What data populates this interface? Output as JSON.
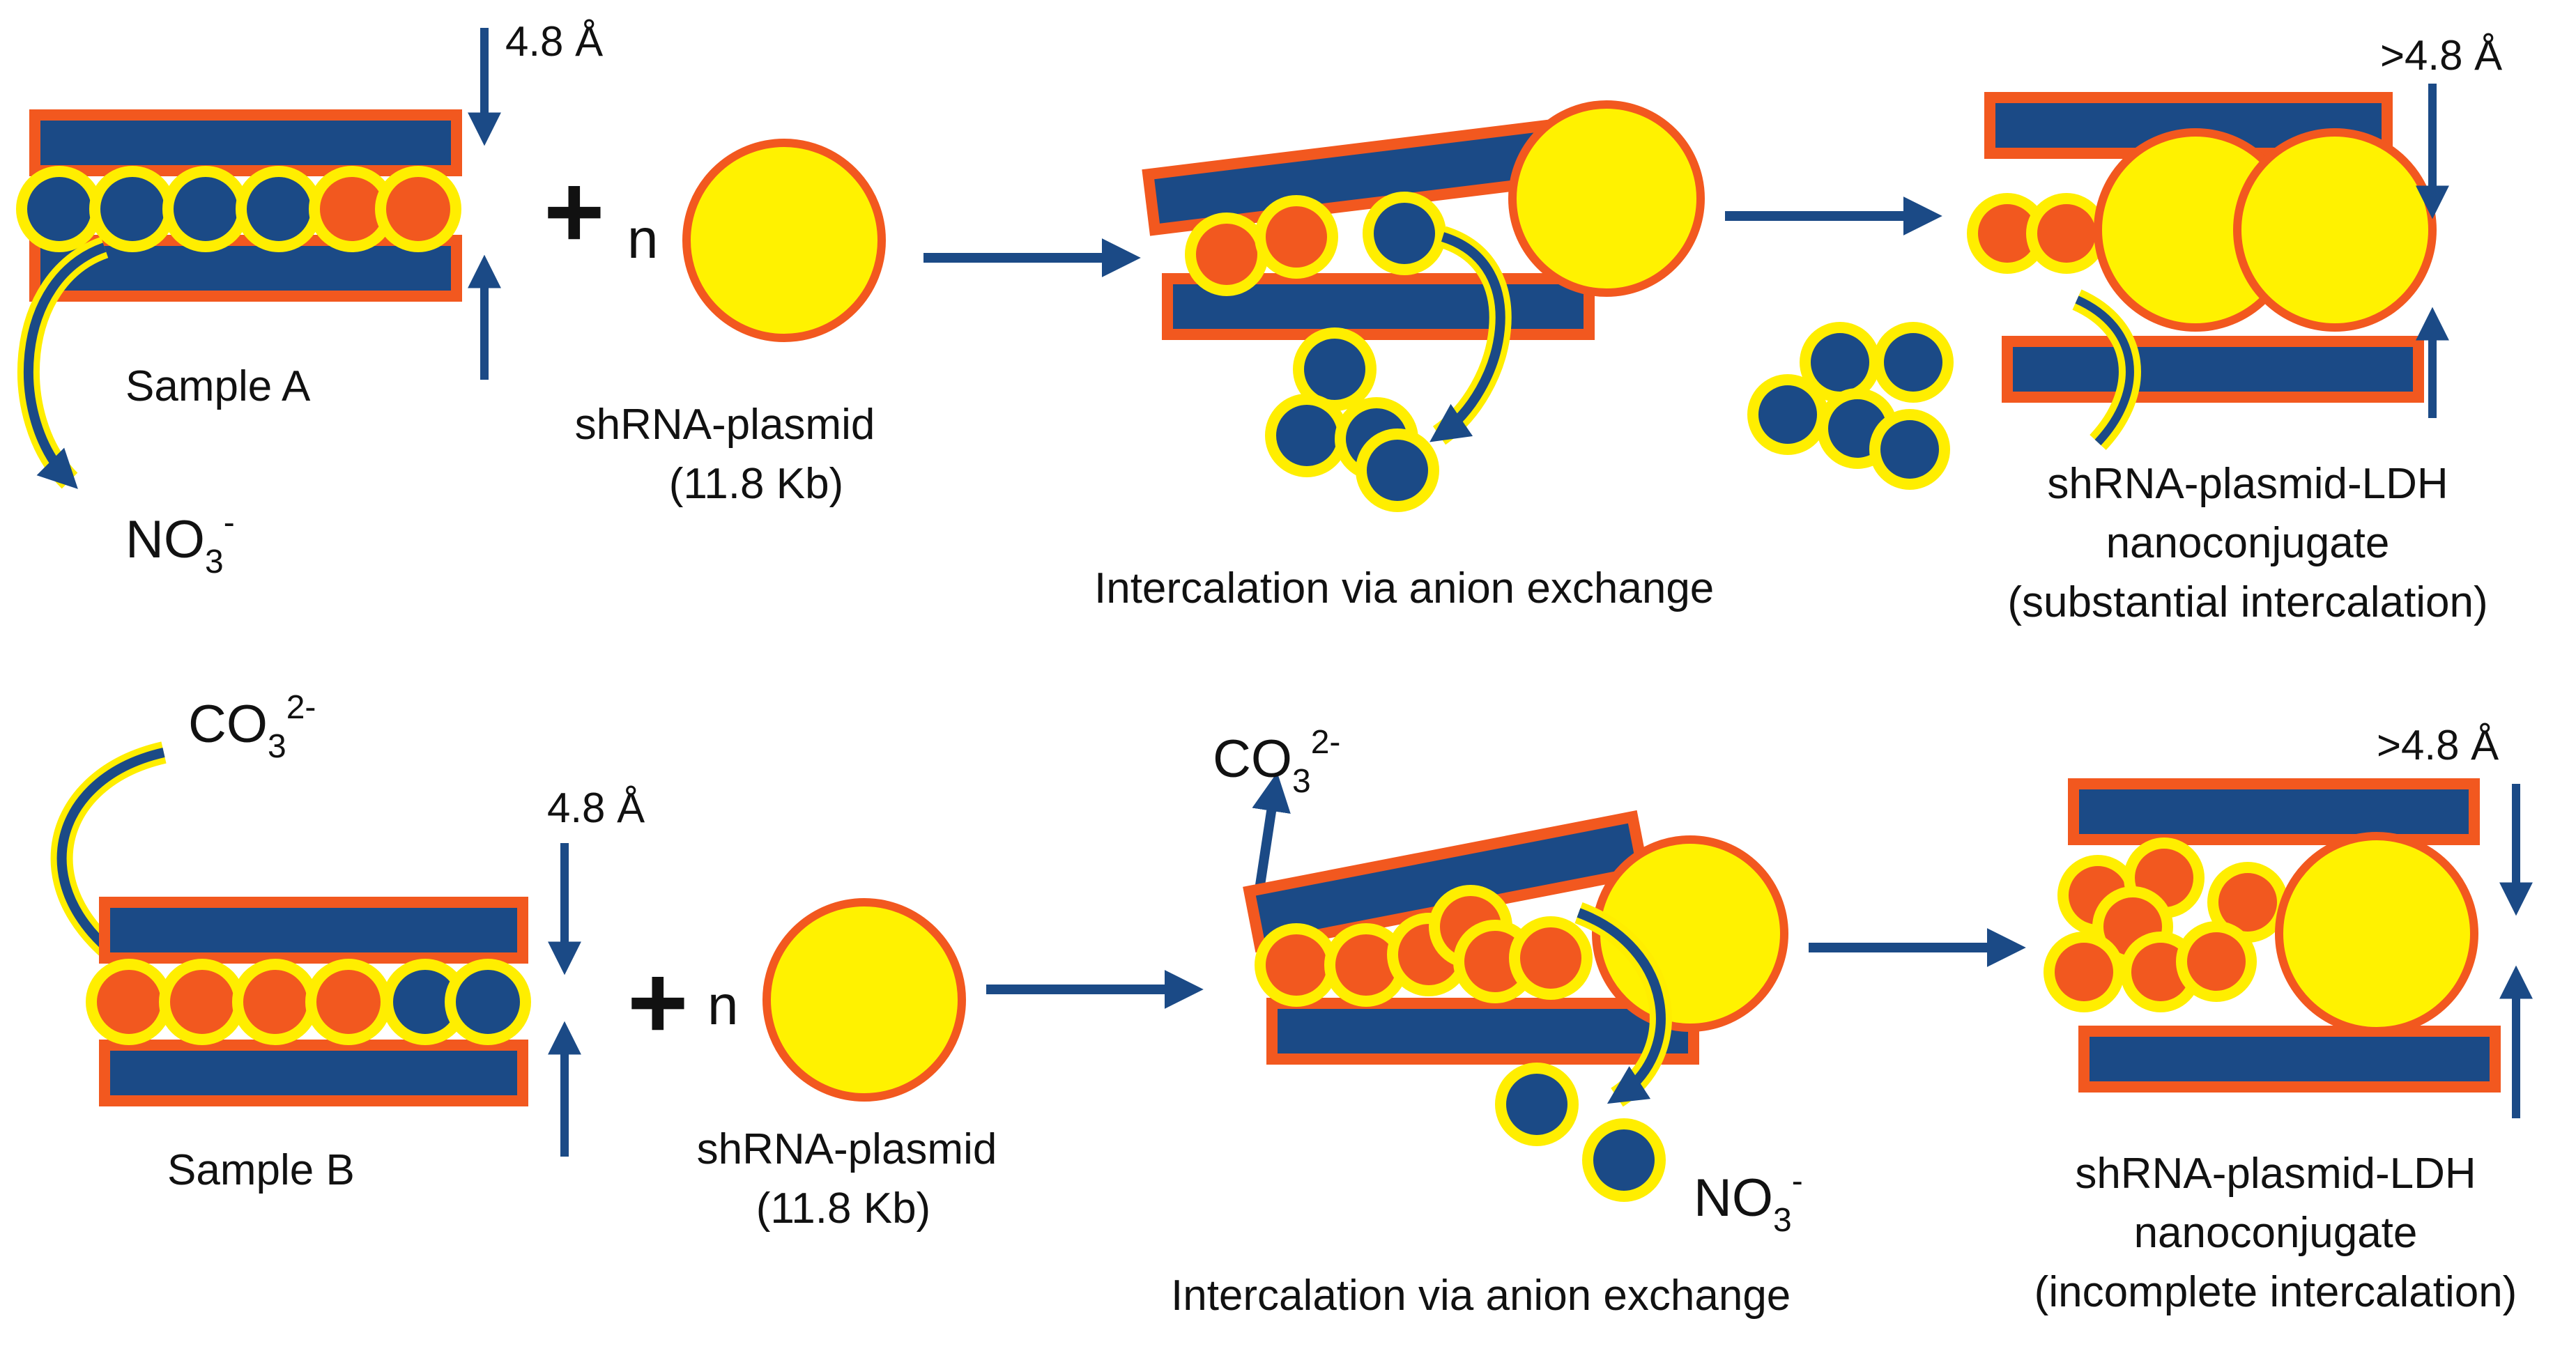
{
  "colors": {
    "layer_fill": "#1b4a86",
    "layer_stroke": "#f2581f",
    "plasmid_fill": "#fff200",
    "plasmid_stroke": "#f2581f",
    "nitrate_fill": "#1b4a86",
    "carbonate_fill": "#f2581f",
    "anion_stroke": "#ffee00",
    "arrow": "#1b4a86"
  },
  "row_a": {
    "sample_label": "Sample A",
    "spacing_label": "4.8 Å",
    "released_anion": {
      "base": "NO",
      "sub": "3",
      "sup": "-"
    },
    "plus": "+",
    "n": "n",
    "plasmid_label_1": "shRNA-plasmid",
    "plasmid_label_2": "(11.8 Kb)",
    "process_label": "Intercalation via anion exchange",
    "product_spacing_label": ">4.8 Å",
    "product_label_1": "shRNA-plasmid-LDH",
    "product_label_2": "nanoconjugate",
    "product_label_3": "(substantial intercalation)"
  },
  "row_b": {
    "sample_label": "Sample B",
    "spacing_label": "4.8 Å",
    "incoming_anion": {
      "base": "CO",
      "sub": "3",
      "sup": "2-"
    },
    "released_co3": {
      "base": "CO",
      "sub": "3",
      "sup": "2-"
    },
    "released_no3": {
      "base": "NO",
      "sub": "3",
      "sup": "-"
    },
    "plus": "+",
    "n": "n",
    "plasmid_label_1": "shRNA-plasmid",
    "plasmid_label_2": "(11.8 Kb)",
    "process_label": "Intercalation via anion exchange",
    "product_spacing_label": ">4.8 Å",
    "product_label_1": "shRNA-plasmid-LDH",
    "product_label_2": "nanoconjugate",
    "product_label_3": "(incomplete intercalation)"
  }
}
